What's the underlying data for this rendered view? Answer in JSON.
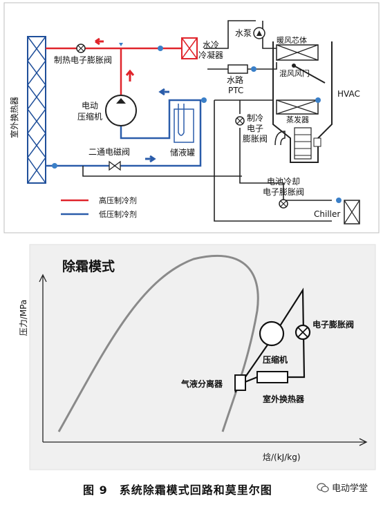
{
  "top": {
    "outdoor_hx": "室外换热器",
    "heat_exv": "制热电子膨胀阀",
    "water_cooled_condenser": "水冷\n冷凝器",
    "water_pump": "水泵",
    "heater_core": "暖风芯体",
    "water_ptc": "水路\nPTC",
    "blend_door": "混风风门",
    "hvac": "HVAC",
    "compressor": "电动\n压缩机",
    "cool_exv": "制冷\n电子\n膨胀阀",
    "evaporator": "蒸发器",
    "accumulator": "储液罐",
    "solenoid": "二通电磁阀",
    "battery_exv": "电池冷却\n电子膨胀阀",
    "chiller": "Chiller",
    "legend_high": "高压制冷剂",
    "legend_low": "低压制冷剂",
    "colors": {
      "high": "#e0242b",
      "low": "#2a5caa",
      "accent_blue": "#3a7fc8"
    }
  },
  "bottom": {
    "title": "除霜模式",
    "y_axis": "压力/MPa",
    "x_axis": "焓/(kJ/kg)",
    "exv": "电子膨胀阀",
    "compressor": "压缩机",
    "separator": "气液分离器",
    "outdoor_hx": "室外换热器"
  },
  "caption": "图 9　系统除霜模式回路和莫里尔图",
  "watermark": "电动学堂"
}
